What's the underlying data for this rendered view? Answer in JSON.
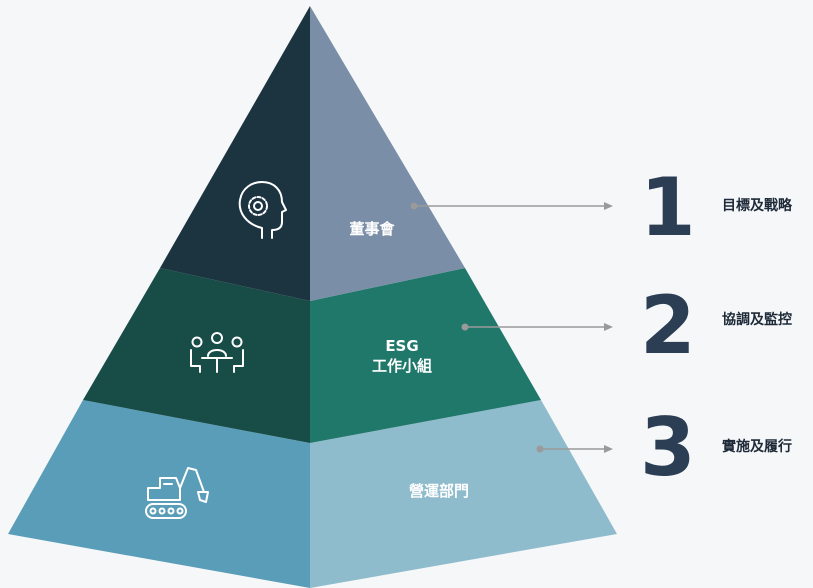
{
  "tiers": [
    {
      "label": "董事會",
      "number": "1",
      "description": "目標及戰略",
      "icon": "head-gear-icon"
    },
    {
      "label_line1": "ESG",
      "label_line2": "工作小組",
      "number": "2",
      "description": "協調及監控",
      "icon": "team-meeting-icon"
    },
    {
      "label": "營運部門",
      "number": "3",
      "description": "實施及履行",
      "icon": "excavator-icon"
    }
  ],
  "colors": {
    "top_left": "#1c3340",
    "top_right": "#7a8ea8",
    "mid_left": "#174c47",
    "mid_right": "#20786b",
    "bot_left": "#5a9db8",
    "bot_right": "#8fbccd",
    "number": "#2c3e54",
    "arrow": "#9a9a9a"
  }
}
